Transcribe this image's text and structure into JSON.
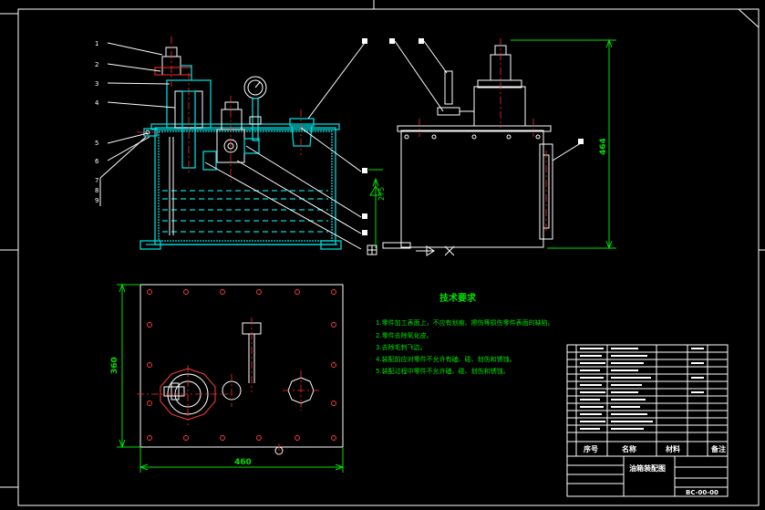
{
  "drawing": {
    "colors": {
      "background": "#000000",
      "outline": "#ffffff",
      "component": "#00d8d8",
      "centerline": "#ff2a2a",
      "dimension": "#00e000",
      "note": "#e8e800"
    },
    "dimensions": {
      "height": "464",
      "side_level": "275",
      "plan_height": "360",
      "plan_width": "460"
    },
    "callouts_left": [
      "1",
      "2",
      "3",
      "4",
      "5",
      "6",
      "7",
      "8",
      "9"
    ],
    "technical_requirements": {
      "title": "技术要求",
      "items": [
        "1.零件加工表面上，不应有划痕、擦伤等损伤零件表面的缺陷。",
        "2.零件去除氧化皮。",
        "3.去除毛刺飞边。",
        "4.装配前应对零件不允许有磕、碰、划伤和锈蚀。",
        "5.装配过程中零件不允许磕、碰、划伤和锈蚀。"
      ]
    },
    "title_block": {
      "header_labels": [
        "序号",
        "名称",
        "材料",
        "备注"
      ],
      "drawing_title": "油箱装配图",
      "drawing_number": "BC-00-00"
    }
  }
}
